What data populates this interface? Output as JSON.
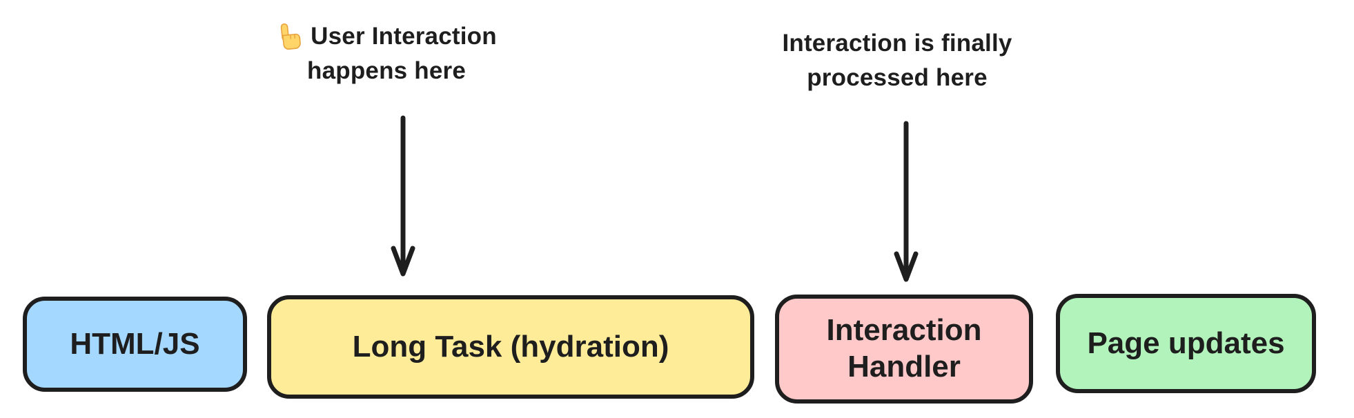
{
  "diagram": {
    "background_color": "#ffffff",
    "stroke_color": "#1e1e1e",
    "text_color": "#1e1e1e",
    "annotations": {
      "user_interaction": {
        "icon": "pointing-up-emoji",
        "line1": "User Interaction",
        "line2": "happens here"
      },
      "processed": {
        "line1": "Interaction is finally",
        "line2": "processed here"
      }
    },
    "arrows": [
      {
        "id": "arrow-to-long-task",
        "direction": "down",
        "points_to": "Long Task (hydration)"
      },
      {
        "id": "arrow-to-interaction-handler",
        "direction": "down",
        "points_to": "Interaction Handler"
      }
    ],
    "boxes": [
      {
        "id": "html-js",
        "label": "HTML/JS",
        "fill": "#a5d8ff"
      },
      {
        "id": "long-task",
        "label": "Long Task (hydration)",
        "fill": "#ffec99"
      },
      {
        "id": "interaction-handler",
        "label": "Interaction Handler",
        "fill": "#ffc9c9"
      },
      {
        "id": "page-updates",
        "label": "Page updates",
        "fill": "#b2f2bb"
      }
    ]
  }
}
